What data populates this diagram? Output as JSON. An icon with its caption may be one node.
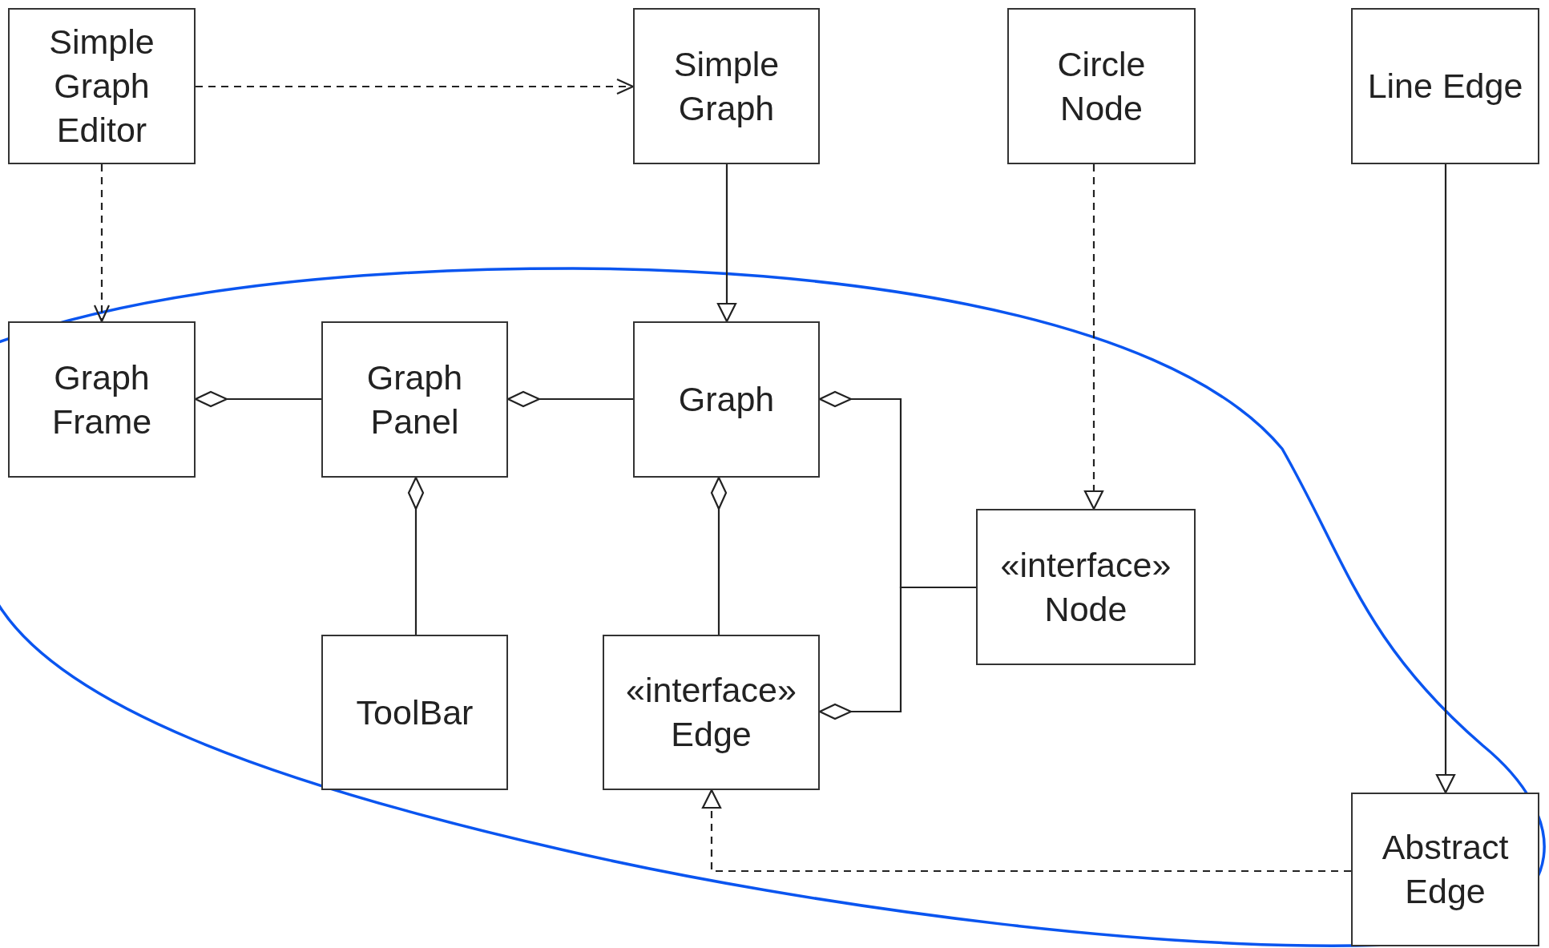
{
  "diagram": {
    "nodes": [
      {
        "text": [
          "Simple Graph Editor"
        ]
      },
      {
        "text": [
          "Simple Graph"
        ]
      },
      {
        "text": [
          "Circle Node"
        ]
      },
      {
        "text": [
          "Line Edge"
        ]
      },
      {
        "text": [
          "Graph Frame"
        ]
      },
      {
        "text": [
          "Graph Panel"
        ]
      },
      {
        "text": [
          "Graph"
        ]
      },
      {
        "text": [
          "«interface»",
          "Node"
        ]
      },
      {
        "text": [
          "ToolBar"
        ]
      },
      {
        "text": [
          "«interface»",
          "Edge"
        ]
      },
      {
        "text": [
          "Abstract Edge"
        ]
      }
    ],
    "edges": [
      {
        "from": 0,
        "to": 1,
        "arrow": "to",
        "style": "dashed"
      },
      {
        "from": 0,
        "to": 4,
        "arrow": "to",
        "style": "dashed"
      },
      {
        "from": 1,
        "to": 6,
        "arrow": "to"
      },
      {
        "from": 2,
        "to": 7,
        "arrow": "to",
        "style": "dashed"
      },
      {
        "from": 3,
        "to": 10,
        "arrow": "to"
      },
      {
        "from": 10,
        "to": 9,
        "arrow": "to",
        "style": "dashed"
      },
      {
        "from": 4,
        "to": 5,
        "arrow": "other"
      },
      {
        "from": 5,
        "to": 6,
        "arrow": "other"
      },
      {
        "from": 5,
        "to": 8,
        "arrow": "other"
      },
      {
        "from": 6,
        "to": 9,
        "arrow": "other"
      },
      {
        "from": 6,
        "to": 7,
        "arrow": "other"
      },
      {
        "from": 9,
        "to": 7,
        "arrow": "other"
      }
    ]
  }
}
